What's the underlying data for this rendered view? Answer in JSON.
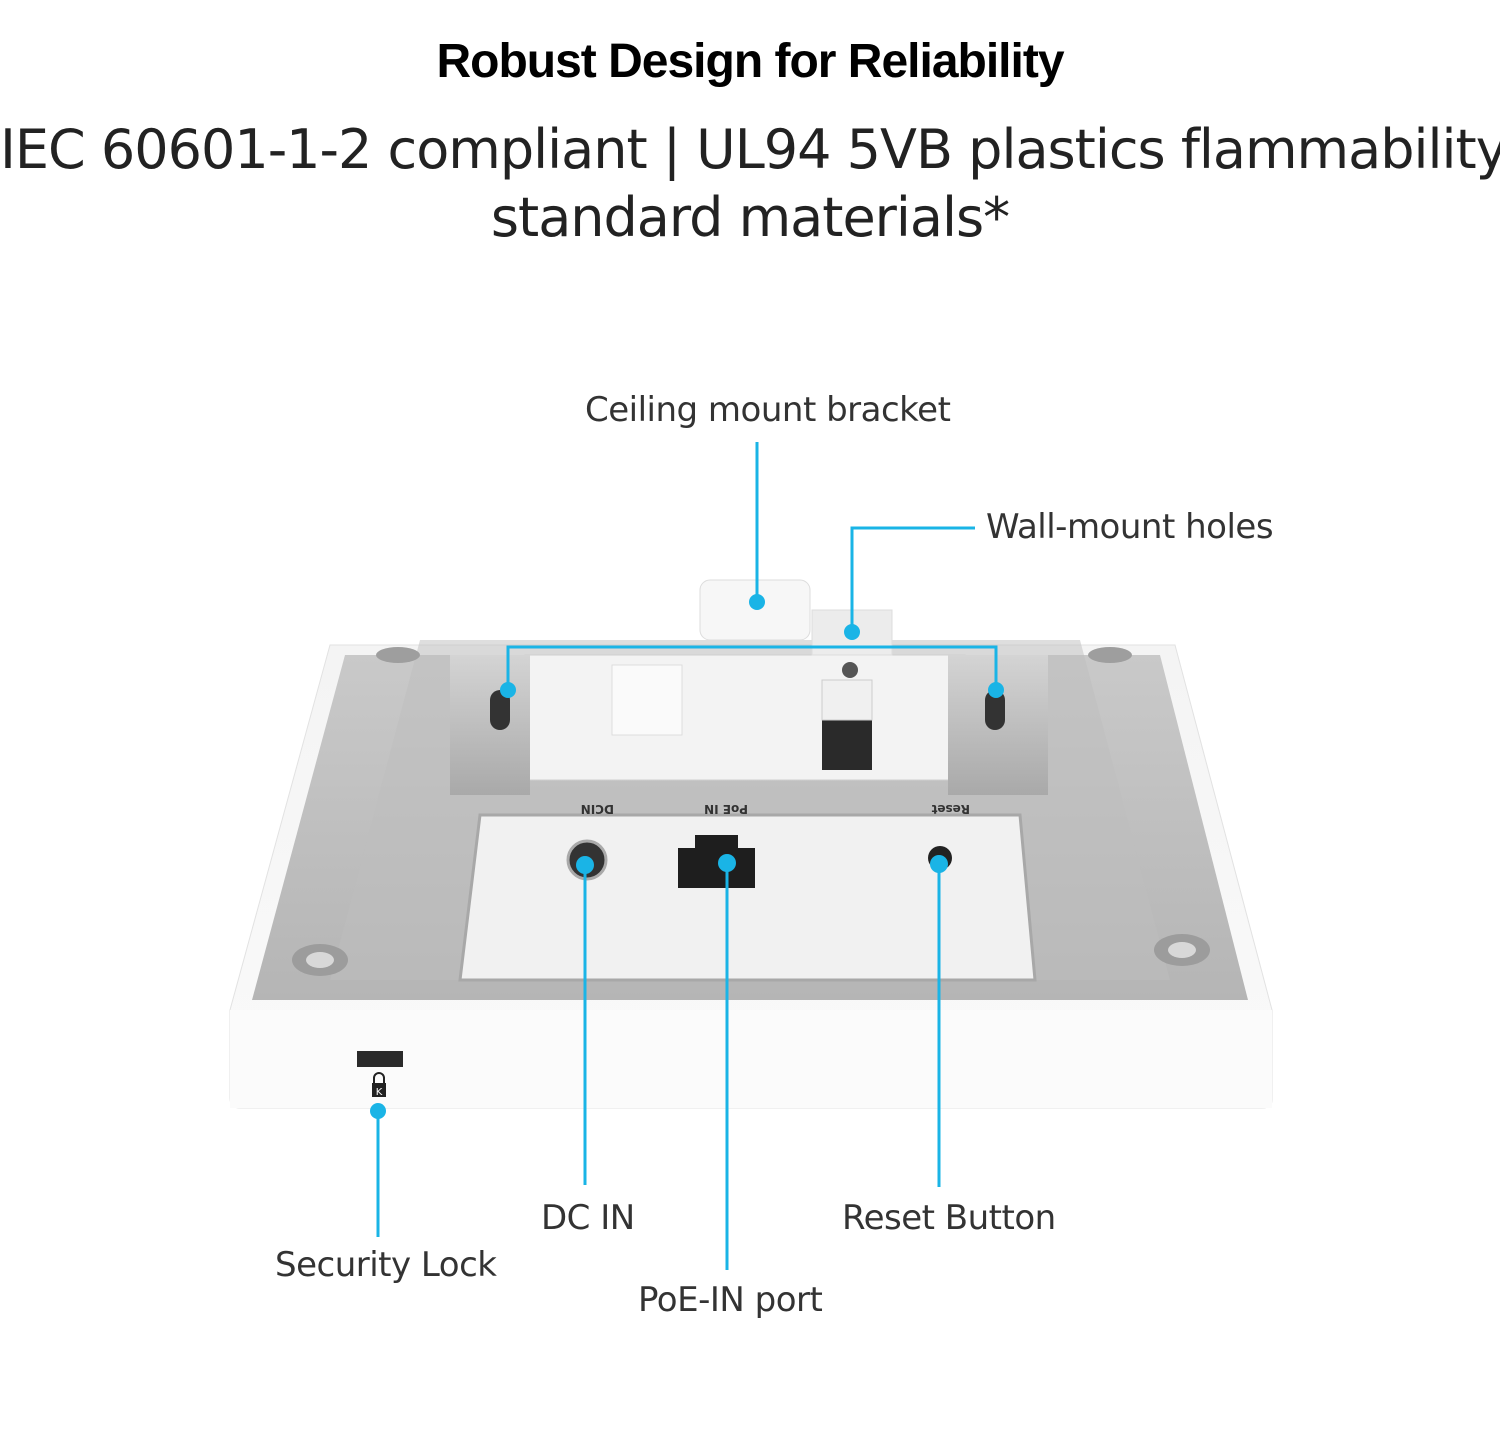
{
  "header": {
    "title": "Robust Design for Reliability",
    "subtitle_line1": "IEC 60601-1-2 compliant | UL94 5VB plastics flammability",
    "subtitle_line2": "standard materials*"
  },
  "callouts": {
    "ceiling_mount": "Ceiling mount bracket",
    "wall_mount": "Wall-mount holes",
    "dc_in": "DC IN",
    "reset": "Reset Button",
    "security_lock": "Security Lock",
    "poe_in": "PoE-IN port"
  },
  "device_markings": {
    "dcin": "DCIN",
    "poe": "PoE IN",
    "reset": "Reset",
    "lock_letter": "K"
  },
  "colors": {
    "callout": "#1ab4e6"
  }
}
